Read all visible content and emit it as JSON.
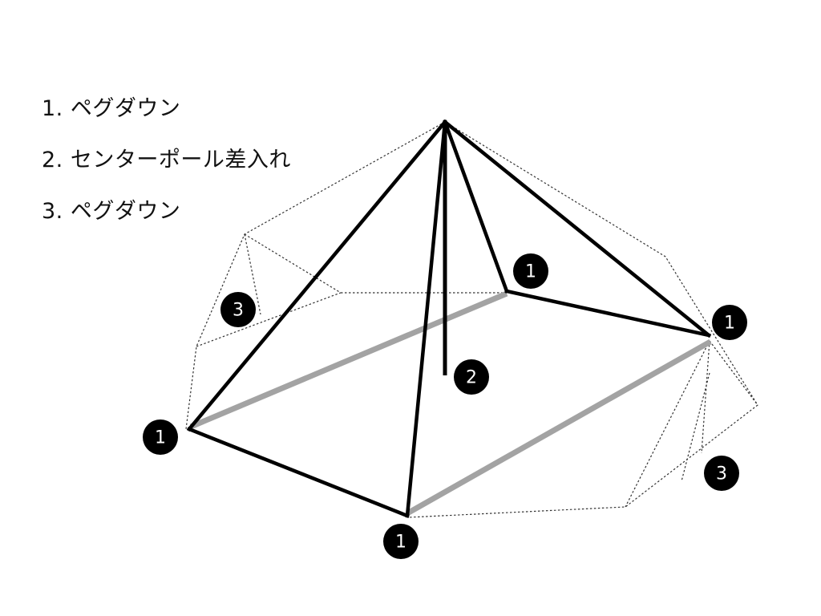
{
  "legend": [
    {
      "number": "1.",
      "text": "ペグダウン"
    },
    {
      "number": "2.",
      "text": "センターポール差入れ"
    },
    {
      "number": "3.",
      "text": "ペグダウン"
    }
  ],
  "markers": [
    {
      "id": "peg-front-left",
      "label": "1"
    },
    {
      "id": "peg-front-center",
      "label": "1"
    },
    {
      "id": "peg-back-inner",
      "label": "1"
    },
    {
      "id": "peg-back-right",
      "label": "1"
    },
    {
      "id": "center-pole",
      "label": "2"
    },
    {
      "id": "guy-left",
      "label": "3"
    },
    {
      "id": "guy-right",
      "label": "3"
    }
  ],
  "colors": {
    "frame": "#000000",
    "floor_edge": "#a3a3a3",
    "guide": "#333333",
    "badge": "#000000",
    "badge_text": "#ffffff"
  }
}
